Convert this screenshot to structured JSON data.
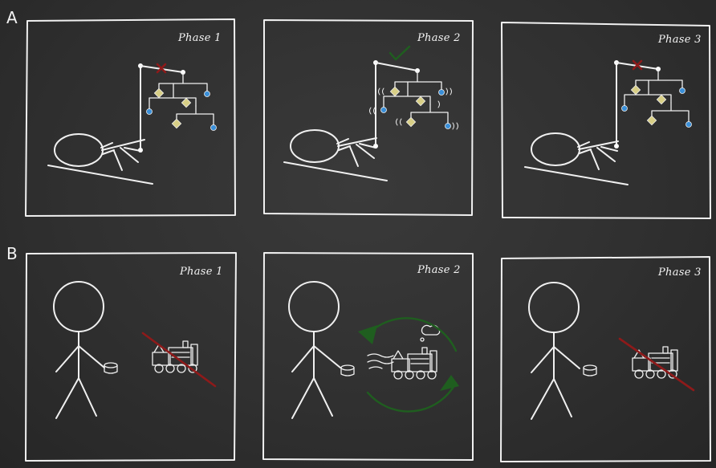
{
  "rows": [
    {
      "label": "A",
      "panels": [
        {
          "phase": "Phase 1",
          "mobile_state": "cross"
        },
        {
          "phase": "Phase 2",
          "mobile_state": "check"
        },
        {
          "phase": "Phase 3",
          "mobile_state": "cross"
        }
      ]
    },
    {
      "label": "B",
      "panels": [
        {
          "phase": "Phase 1",
          "train_state": "crossed"
        },
        {
          "phase": "Phase 2",
          "train_state": "active"
        },
        {
          "phase": "Phase 3",
          "train_state": "crossed"
        }
      ]
    }
  ],
  "colors": {
    "chalk": "#f0f0f0",
    "cross": "#8e1a1a",
    "check": "#1f5e1f",
    "yellow_ornament": "#d8cf86",
    "blue_ornament": "#3a8fd8"
  }
}
